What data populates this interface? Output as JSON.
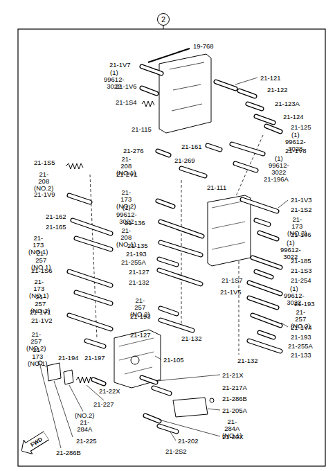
{
  "diagram": {
    "nodes": [
      {
        "text": [
          "2"
        ]
      },
      {
        "text": [
          "FWD"
        ]
      }
    ],
    "labels": [
      "19-768",
      "21-1V7",
      "(1) 99612-3022",
      "21-1V6",
      "21-1S4",
      "21-115",
      "21-121",
      "21-122",
      "21-123A",
      "21-124",
      "21-125",
      "(1) 99612-3028",
      "21-161",
      "21-1V8",
      "(1) 99612-3022",
      "21-196A",
      "21-276",
      "21-208 (NO.1)",
      "21-269",
      "21-1S5",
      "21-208 (NO.2)",
      "21-2V1",
      "21-1V9",
      "21-111",
      "21-1V3",
      "21-1S2",
      "21-173 (NO.3)",
      "21-173 (NO.2)",
      "(1) 99612-3022",
      "21-146",
      "(1) 99612-3022",
      "21-162",
      "21-136",
      "21-165",
      "21-208 (NO.1)",
      "21-173 (NO.1)",
      "21-135",
      "21-185",
      "21-257 (NO.1)",
      "21-193",
      "21-1S3",
      "21-255A",
      "21-254",
      "21-127",
      "21-1S6",
      "(1) 99612-3022",
      "21-1S7",
      "21-132",
      "21-193",
      "21-173 (NO.1)",
      "21-1V5",
      "21-257 (NO.2)",
      "21-257 (NO.2)",
      "21-1V1",
      "21-257 (NO.2)",
      "21-1V4",
      "21-193",
      "21-1V2",
      "21-193",
      "21-255A",
      "21-127",
      "21-132",
      "21-257 (NO.2)",
      "21-173 (NO.1)",
      "21-133",
      "21-194",
      "21-197",
      "21-105",
      "21-132",
      "21-21X",
      "21-217A",
      "21-22X",
      "21-286B",
      "21-227",
      "21-205A",
      "(NO.2) 21-284A",
      "21-284A (NO.1)",
      "21-20X",
      "21-225",
      "21-202",
      "21-286B",
      "21-2S2"
    ]
  }
}
